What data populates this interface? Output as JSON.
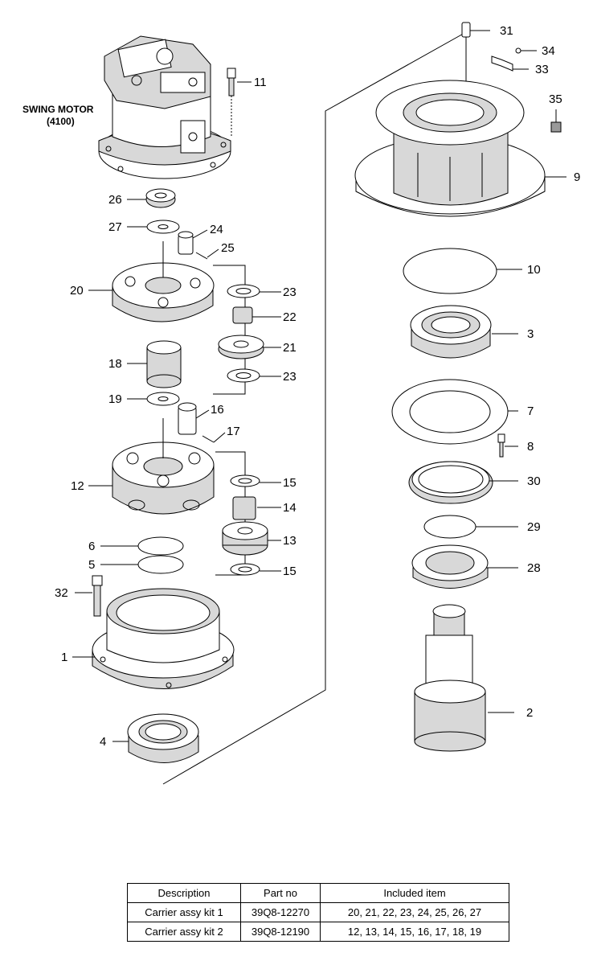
{
  "motor_title": "SWING MOTOR",
  "motor_code": "(4100)",
  "callouts": [
    "1",
    "2",
    "3",
    "4",
    "5",
    "6",
    "7",
    "8",
    "9",
    "10",
    "11",
    "12",
    "13",
    "14",
    "15",
    "15",
    "16",
    "17",
    "18",
    "19",
    "20",
    "21",
    "22",
    "23",
    "23",
    "24",
    "25",
    "26",
    "27",
    "28",
    "29",
    "30",
    "31",
    "32",
    "33",
    "34",
    "35"
  ],
  "table": {
    "headers": [
      "Description",
      "Part no",
      "Included item"
    ],
    "rows": [
      [
        "Carrier assy kit 1",
        "39Q8-12270",
        "20, 21, 22, 23, 24, 25, 26, 27"
      ],
      [
        "Carrier assy kit 2",
        "39Q8-12190",
        "12, 13, 14, 15, 16, 17, 18, 19"
      ]
    ]
  }
}
